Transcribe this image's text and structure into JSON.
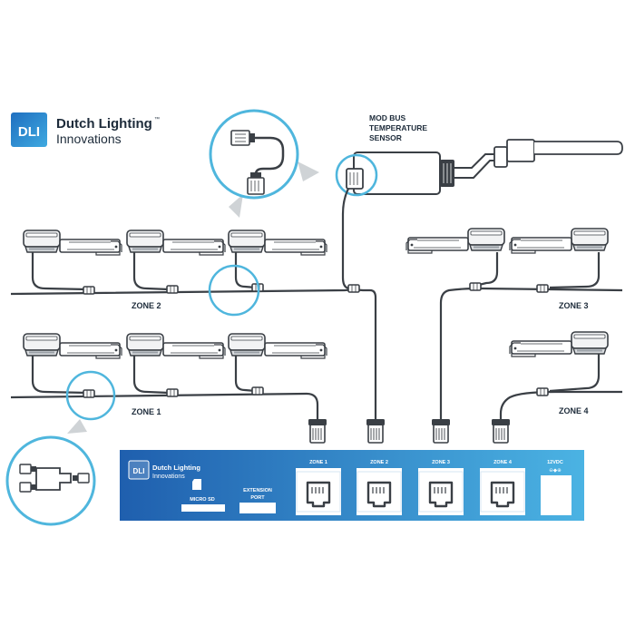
{
  "brand": {
    "logo_text": "DLI",
    "name_line1": "Dutch Lighting",
    "name_line2": "Innovations",
    "trademark": "™"
  },
  "sensor": {
    "label_line1": "MOD BUS",
    "label_line2": "TEMPERATURE",
    "label_line3": "SENSOR"
  },
  "zones": {
    "zone1": "ZONE 1",
    "zone2": "ZONE 2",
    "zone3": "ZONE 3",
    "zone4": "ZONE 4"
  },
  "controller": {
    "logo_text": "DLI",
    "name_line1": "Dutch Lighting",
    "name_line2": "Innovations",
    "micro_sd": "MICRO SD",
    "extension_line1": "EXTENSION",
    "extension_line2": "PORT",
    "port_zone1": "ZONE 1",
    "port_zone2": "ZONE 2",
    "port_zone3": "ZONE 3",
    "port_zone4": "ZONE 4",
    "power_label": "12VDC",
    "power_symbol": "⊖◆⊕"
  },
  "colors": {
    "accent": "#4fb6dd",
    "cable": "#3a3f45",
    "panel_left": "#1f5fae",
    "panel_right": "#4bb3e3"
  }
}
